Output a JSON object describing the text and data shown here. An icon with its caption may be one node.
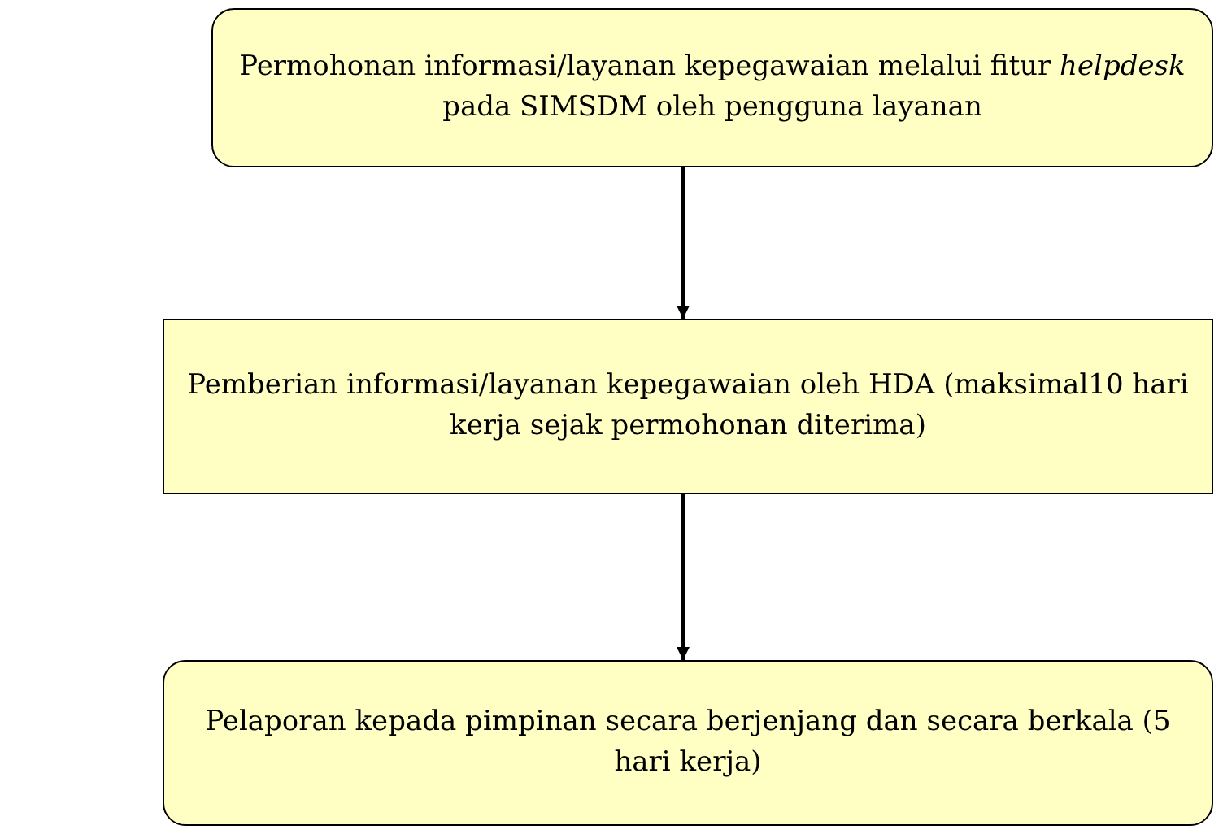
{
  "diagram": {
    "nodes": [
      {
        "text": [
          "Permohonan informasi/layanan kepegawaian melalui fitur *helpdesk* pada SIMSDM oleh pengguna layanan"
        ]
      },
      {
        "text": [
          "Pemberian informasi/layanan kepegawaian oleh HDA (maksimal10 hari kerja sejak permohonan diterima)"
        ]
      },
      {
        "text": [
          "Pelaporan kepada pimpinan secara berjenjang dan secara berkala (5 hari kerja)"
        ]
      }
    ],
    "edges": [
      {
        "from": 0,
        "to": 1,
        "arrow": "to"
      },
      {
        "from": 1,
        "to": 2,
        "arrow": "to"
      }
    ]
  }
}
